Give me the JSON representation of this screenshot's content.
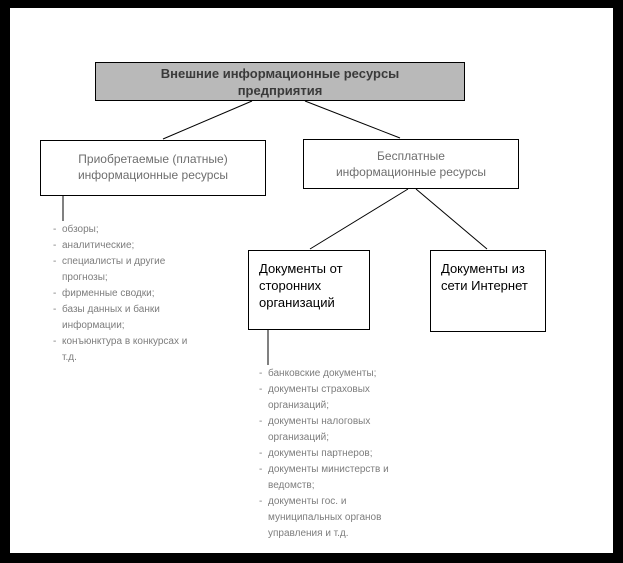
{
  "colors": {
    "background": "#000000",
    "panel": "#ffffff",
    "box_border": "#000000",
    "root_fill": "#b9b9b9",
    "root_text": "#3a3a3a",
    "branch_text": "#6e6e6e",
    "list_text": "#7d7d7d",
    "doc_text": "#000000"
  },
  "root_box": {
    "lines": [
      "Внешние информационные ресурсы",
      "предприятия"
    ]
  },
  "left_branch": {
    "box_lines": [
      "Приобретаемые (платные)",
      "информационные ресурсы"
    ],
    "items": [
      "обзоры;",
      "аналитические;",
      "специалисты и другие прогнозы;",
      "фирменные сводки;",
      "базы данных и банки информации;",
      "конъюнктура в конкурсах и т.д."
    ]
  },
  "right_branch": {
    "box_lines": [
      "Бесплатные",
      "информационные ресурсы"
    ],
    "doc_box_1": {
      "lines": [
        "Документы от",
        "сторонних",
        "организаций"
      ]
    },
    "doc_box_2": {
      "lines": [
        "Документы из",
        "сети Интернет"
      ]
    },
    "items": [
      "банковские документы;",
      "документы страховых организаций;",
      "документы налоговых организаций;",
      "документы партнеров;",
      "документы министерств и ведомств;",
      "документы гос. и муниципальных органов управления и т.д."
    ]
  }
}
